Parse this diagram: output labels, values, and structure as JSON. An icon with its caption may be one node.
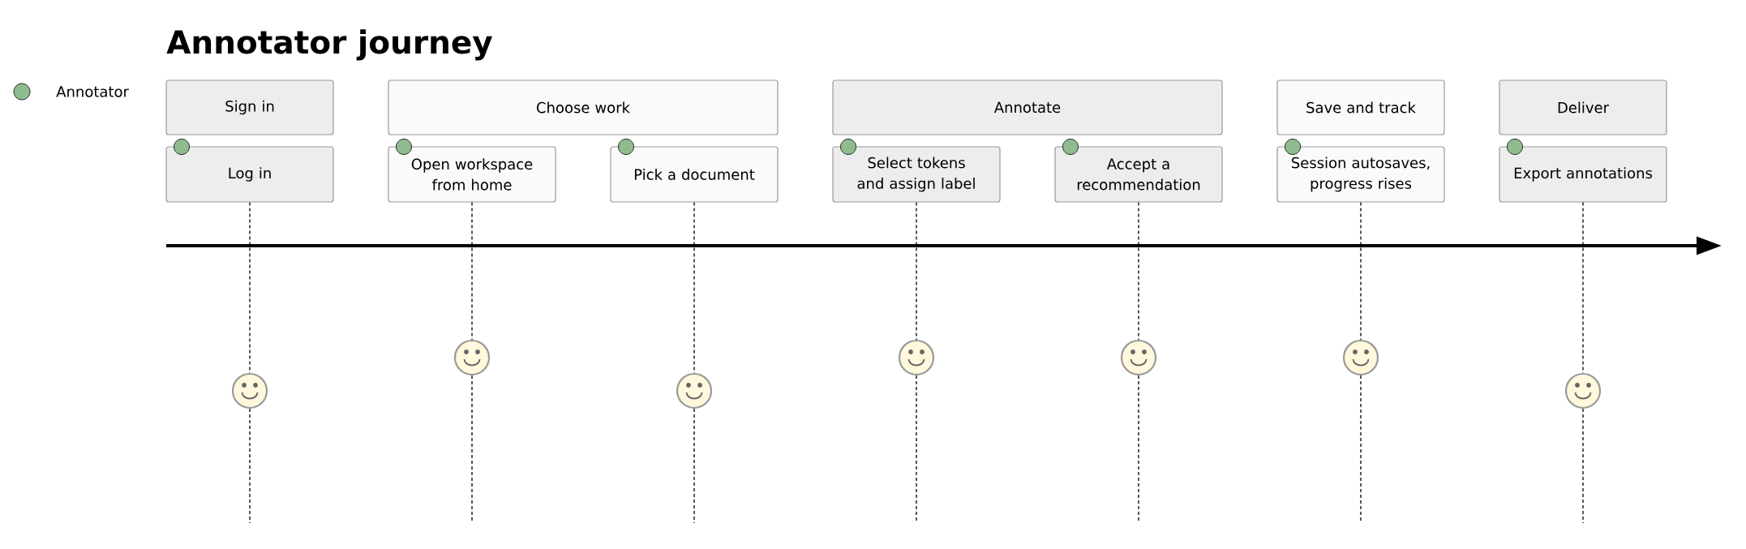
{
  "diagram": {
    "title": "Annotator journey",
    "nodes": [
      {
        "text": [
          "Sign in"
        ]
      },
      {
        "text": [
          "Choose work"
        ]
      },
      {
        "text": [
          "Annotate"
        ]
      },
      {
        "text": [
          "Save and track"
        ]
      },
      {
        "text": [
          "Deliver"
        ]
      },
      {
        "text": [
          "Log in"
        ]
      },
      {
        "text": [
          "Open workspace from home"
        ]
      },
      {
        "text": [
          "Pick a document"
        ]
      },
      {
        "text": [
          "Select tokens and assign label"
        ]
      },
      {
        "text": [
          "Accept a recommendation"
        ]
      },
      {
        "text": [
          "Session autosaves, progress rises"
        ]
      },
      {
        "text": [
          "Export annotations"
        ]
      },
      {
        "text": [],
        "shape": "picture"
      },
      {
        "text": [],
        "shape": "picture"
      },
      {
        "text": [],
        "shape": "picture"
      },
      {
        "text": [],
        "shape": "picture"
      },
      {
        "text": [],
        "shape": "picture"
      },
      {
        "text": [],
        "shape": "picture"
      },
      {
        "text": [],
        "shape": "picture"
      }
    ],
    "edges": [
      {
        "from": 5,
        "to": 12,
        "arrow": "none",
        "style": "dashed"
      },
      {
        "from": 6,
        "to": 13,
        "arrow": "none",
        "style": "dashed"
      },
      {
        "from": 7,
        "to": 14,
        "arrow": "none",
        "style": "dashed"
      },
      {
        "from": 8,
        "to": 15,
        "arrow": "none",
        "style": "dashed"
      },
      {
        "from": 9,
        "to": 16,
        "arrow": "none",
        "style": "dashed"
      },
      {
        "from": 10,
        "to": 17,
        "arrow": "none",
        "style": "dashed"
      },
      {
        "from": 11,
        "to": 18,
        "arrow": "none",
        "style": "dashed"
      }
    ],
    "legend": [
      {
        "text": "Annotator",
        "color": "#8fbc8f"
      }
    ]
  }
}
